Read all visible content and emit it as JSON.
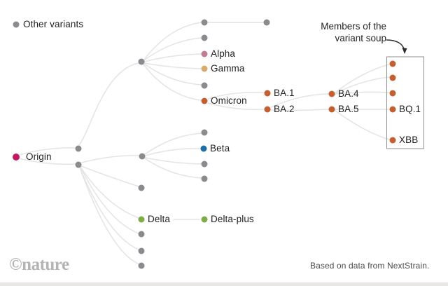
{
  "legend": {
    "other_variants_label": "Other variants"
  },
  "annotation": {
    "line1": "Members of the",
    "line2": "variant soup"
  },
  "nodes": {
    "origin": "Origin",
    "alpha": "Alpha",
    "gamma": "Gamma",
    "omicron": "Omicron",
    "beta": "Beta",
    "delta": "Delta",
    "delta_plus": "Delta-plus",
    "ba1": "BA.1",
    "ba2": "BA.2",
    "ba4": "BA.4",
    "ba5": "BA.5",
    "bq1": "BQ.1",
    "xbb": "XBB"
  },
  "tree": {
    "visible_labeled_links": [
      "Omicron→BA.1",
      "Omicron→BA.2",
      "BA.2→BA.4",
      "BA.2→BA.5",
      "BA.4→variant soup",
      "BA.5→BQ.1",
      "BA.5→XBB",
      "Delta→Delta-plus"
    ],
    "variant_soup_member_dots": 5,
    "variant_soup_labeled_members": [
      "BQ.1",
      "XBB"
    ],
    "unlabeled_other_variant_nodes": 15
  },
  "footer": {
    "logo": "©nature",
    "credit": "Based on data from NextStrain."
  },
  "colors": {
    "origin": "#c11a5e",
    "alpha": "#c07d95",
    "gamma": "#d8ab71",
    "omicron_lineage": "#c45f31",
    "beta": "#1e6fa7",
    "delta": "#7dac49",
    "other_variant": "#8b8b8f",
    "edge": "#e4e4e4",
    "box_border": "#8f8f8f",
    "text": "#1f1f1f",
    "nature_logo": "#b4b4b4",
    "credit_text": "#4d4d4d"
  }
}
